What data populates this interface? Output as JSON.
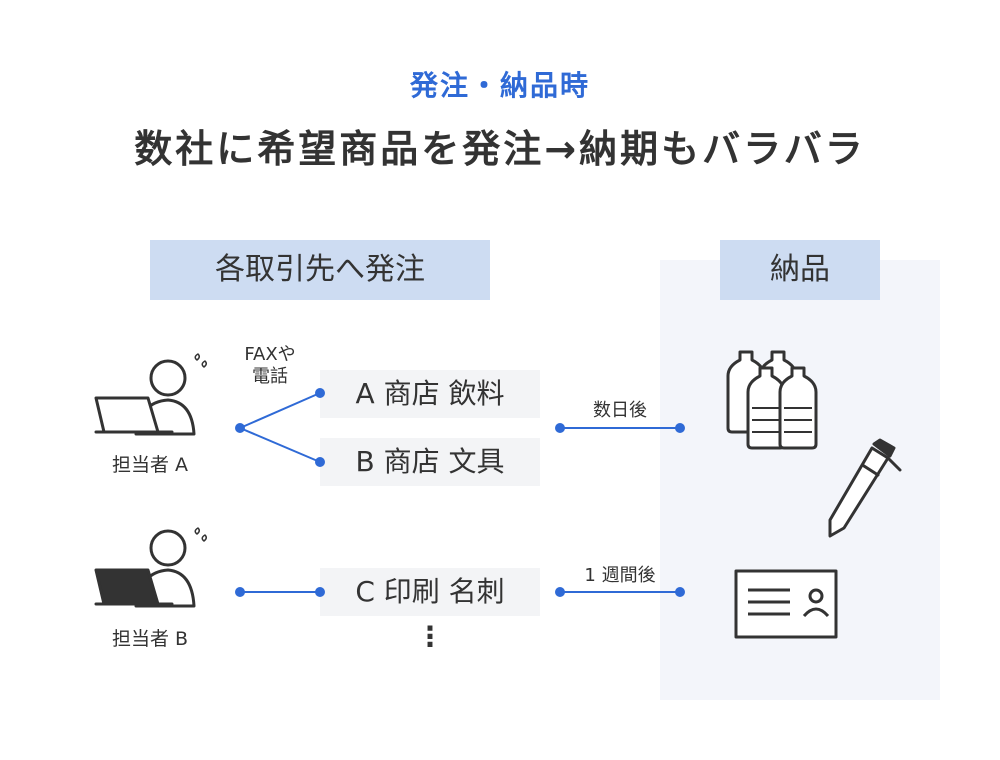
{
  "header": {
    "subtitle": "発注・納品時",
    "title": "数社に希望商品を発注→納期もバラバラ"
  },
  "order_section": {
    "label": "各取引先へ発注"
  },
  "delivery_section": {
    "label": "納品"
  },
  "persons": [
    {
      "label": "担当者 A"
    },
    {
      "label": "担当者 B"
    }
  ],
  "order_method": {
    "line1": "FAXや",
    "line2": "電話"
  },
  "shops": [
    {
      "label": "A 商店 飲料"
    },
    {
      "label": "B 商店 文具"
    },
    {
      "label": "C 印刷 名刺"
    }
  ],
  "more_indicator": "⋮",
  "lead_times": [
    {
      "label": "数日後"
    },
    {
      "label": "1 週間後"
    }
  ],
  "colors": {
    "accent": "#2f6ad6",
    "header_bg": "#cddcf2",
    "delivery_bg": "#f3f5fa",
    "box_bg": "#f3f4f6",
    "icon_dark": "#333333"
  },
  "icons": [
    "person-icon",
    "laptop-icon",
    "sweat-icon",
    "bottles-icon",
    "pen-icon",
    "business-card-icon"
  ]
}
